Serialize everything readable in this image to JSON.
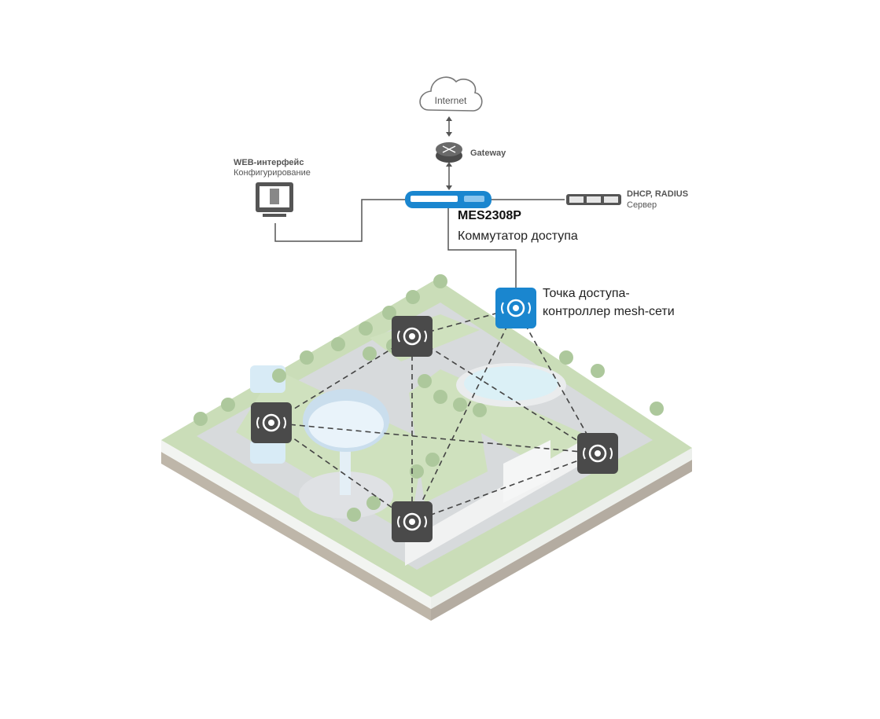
{
  "nodes": {
    "internet": {
      "label": "Internet"
    },
    "gateway": {
      "label": "Gateway"
    },
    "web": {
      "title": "WEB-интерфейс",
      "subtitle": "Конфигурирование"
    },
    "server": {
      "title": "DHCP, RADIUS",
      "subtitle": "Сервер"
    },
    "switch": {
      "title": "MES2308P",
      "subtitle": "Коммутатор доступа"
    },
    "controller": {
      "line1": "Точка доступа-",
      "line2": "контроллер mesh-сети"
    }
  },
  "colors": {
    "accent": "#1a86cf",
    "ap_dark": "#4a4a4a",
    "grass": "#a9c98a",
    "road": "#bfc3c6",
    "pool": "#bfe4ef"
  },
  "mesh_points": [
    "ap-top",
    "ap-left",
    "ap-right",
    "ap-bottom"
  ]
}
